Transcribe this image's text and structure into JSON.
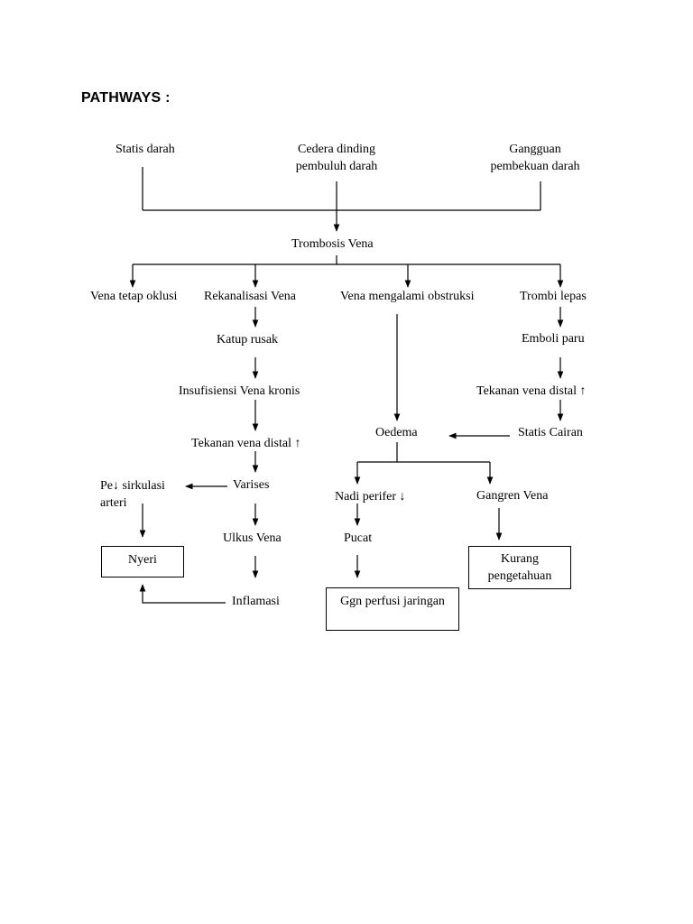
{
  "page": {
    "heading": "PATHWAYS :"
  },
  "nodes": {
    "statis_darah": "Statis darah",
    "cedera_line1": "Cedera dinding",
    "cedera_line2": "pembuluh darah",
    "gangguan_line1": "Gangguan",
    "gangguan_line2": "pembekuan darah",
    "trombosis_vena": "Trombosis Vena",
    "vena_tetap_oklusi": "Vena tetap oklusi",
    "rekanalisasi_vena": "Rekanalisasi Vena",
    "vena_obstruksi": "Vena mengalami obstruksi",
    "trombi_lepas": "Trombi lepas",
    "katup_rusak": "Katup rusak",
    "emboli_paru": "Emboli paru",
    "insufisiensi": "Insufisiensi Vena kronis",
    "tekanan_right": "Tekanan vena distal ↑",
    "tekanan_left": "Tekanan vena distal ↑",
    "oedema": "Oedema",
    "statis_cairan": "Statis Cairan",
    "pe_line1": "Pe↓ sirkulasi",
    "pe_line2": "arteri",
    "varises": "Varises",
    "nadi_perifer": "Nadi perifer ↓",
    "gangren_vena": "Gangren Vena",
    "ulkus_vena": "Ulkus Vena",
    "pucat": "Pucat",
    "inflamasi": "Inflamasi"
  },
  "diagnoses": {
    "nyeri": "Nyeri",
    "kurang_line1": "Kurang",
    "kurang_line2": "pengetahuan",
    "ggn_perfusi": "Ggn perfusi jaringan"
  }
}
